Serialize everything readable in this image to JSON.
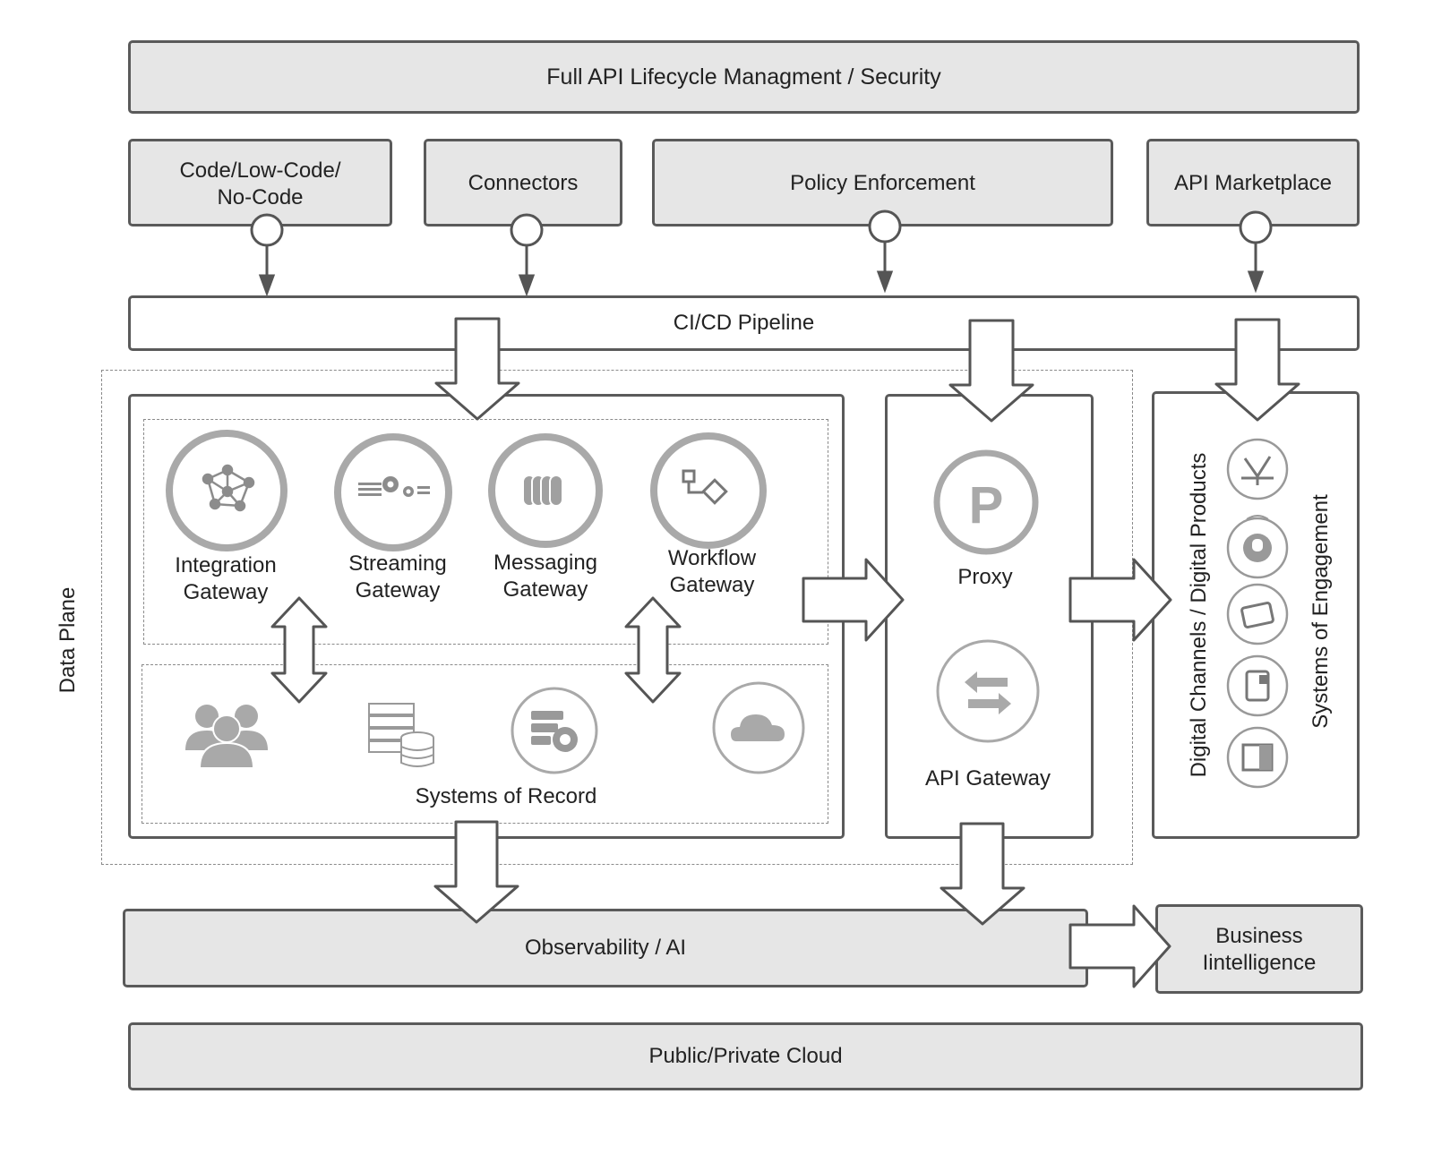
{
  "lifecycle": {
    "label": "Full API Lifecycle Managment / Security"
  },
  "tools": {
    "code_line1": "Code/Low-Code/",
    "code_line2": "No-Code",
    "connectors": "Connectors",
    "policy": "Policy Enforcement",
    "marketplace": "API Marketplace"
  },
  "pipeline": {
    "label": "CI/CD Pipeline"
  },
  "data_plane": {
    "label": "Data Plane",
    "gateways": [
      {
        "line1": "Integration",
        "line2": "Gateway",
        "icon": "integration-network-icon"
      },
      {
        "line1": "Streaming",
        "line2": "Gateway",
        "icon": "streaming-gears-icon"
      },
      {
        "line1": "Messaging",
        "line2": "Gateway",
        "icon": "messaging-queue-icon"
      },
      {
        "line1": "Workflow",
        "line2": "Gateway",
        "icon": "workflow-icon"
      }
    ],
    "systems_of_record": {
      "label": "Systems of Record",
      "icons": [
        "users-icon",
        "server-database-icon",
        "server-gear-icon",
        "cloud-icon"
      ]
    }
  },
  "gateway_col": {
    "proxy": "Proxy",
    "proxy_letter": "P",
    "api_gateway": "API Gateway"
  },
  "engagement": {
    "digital": "Digital Channels / Digital Products",
    "systems": "Systems of Engagement",
    "icons": [
      "satellite-dish-icon",
      "support-agent-icon",
      "tablet-icon",
      "mobile-icon",
      "kiosk-icon"
    ]
  },
  "observability": {
    "label": "Observability / AI"
  },
  "bi": {
    "line1": "Business",
    "line2": "Iintelligence"
  },
  "cloud": {
    "label": "Public/Private Cloud"
  },
  "colors": {
    "box_fill": "#e6e6e6",
    "stroke": "#5a5a5a",
    "icon_gray": "#a9a9a9"
  }
}
